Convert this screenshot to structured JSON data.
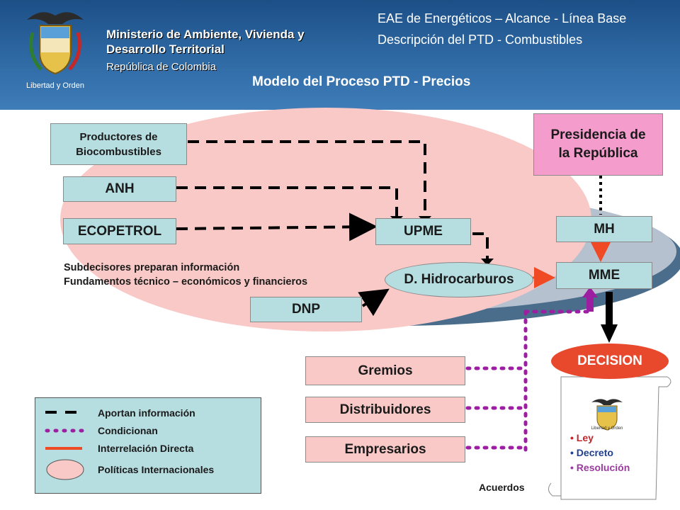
{
  "header": {
    "ministry": "Ministerio de Ambiente, Vivienda y\nDesarrollo Territorial",
    "republic": "República de Colombia",
    "line1": "EAE de Energéticos – Alcance - Línea Base",
    "line2": "Descripción del PTD - Combustibles",
    "logo_text": "Libertad y Orden"
  },
  "title": "Modelo del Proceso PTD - Precios",
  "nodes": {
    "productores": "Productores de Biocombustibles",
    "anh": "ANH",
    "ecopetrol": "ECOPETROL",
    "upme": "UPME",
    "hidrocarburos": "D. Hidrocarburos",
    "dnp": "DNP",
    "presidencia": "Presidencia de la República",
    "mh": "MH",
    "mme": "MME",
    "decision": "DECISION",
    "gremios": "Gremios",
    "distribuidores": "Distribuidores",
    "empresarios": "Empresarios"
  },
  "note": {
    "line1": "Subdecisores preparan información",
    "line2": "Fundamentos técnico – económicos y financieros"
  },
  "legend": [
    {
      "symbol": "dash",
      "label": "Aportan información"
    },
    {
      "symbol": "dots",
      "label": "Condicionan"
    },
    {
      "symbol": "line",
      "label": "Interrelación Directa"
    },
    {
      "symbol": "ellipse",
      "label": "Políticas Internacionales"
    }
  ],
  "decision_outputs": {
    "items": [
      "Ley",
      "Decreto",
      "Resolución"
    ],
    "colors": [
      "#c0262c",
      "#1f3f8f",
      "#9b3aa0"
    ],
    "footer": "Acuerdos"
  },
  "colors": {
    "box": "#b6dde0",
    "region": "#f8c9c6",
    "presidencia": "#f49ccc",
    "shadow": "#4a6d8c",
    "dash": "#000000",
    "dots": "#9b1fa0",
    "direct": "#f04a24",
    "decision": "#e8482c"
  }
}
